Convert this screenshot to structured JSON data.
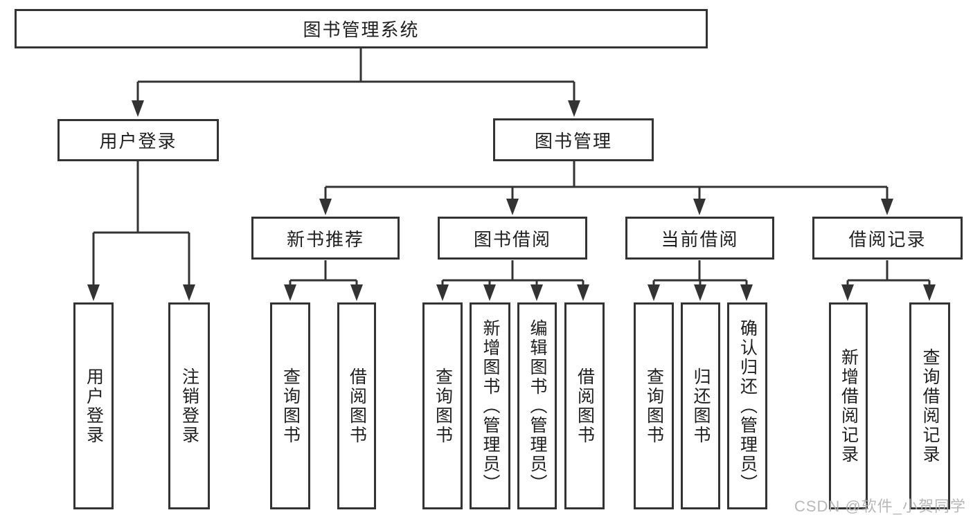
{
  "colors": {
    "line": "#333333",
    "background": "#ffffff",
    "watermark": "#b2b2b2"
  },
  "tree": {
    "label": "图书管理系统",
    "children": [
      {
        "label": "用户登录",
        "children": [
          {
            "label": "用户登录"
          },
          {
            "label": "注销登录"
          }
        ]
      },
      {
        "label": "图书管理",
        "children": [
          {
            "label": "新书推荐",
            "children": [
              {
                "label": "查询图书"
              },
              {
                "label": "借阅图书"
              }
            ]
          },
          {
            "label": "图书借阅",
            "children": [
              {
                "label": "查询图书"
              },
              {
                "label": "新增图书（管理员）"
              },
              {
                "label": "编辑图书（管理员）"
              },
              {
                "label": "借阅图书"
              }
            ]
          },
          {
            "label": "当前借阅",
            "children": [
              {
                "label": "查询图书"
              },
              {
                "label": "归还图书"
              },
              {
                "label": "确认归还（管理员）"
              }
            ]
          },
          {
            "label": "借阅记录",
            "children": [
              {
                "label": "新增借阅记录"
              },
              {
                "label": "查询借阅记录"
              }
            ]
          }
        ]
      }
    ]
  },
  "watermark": {
    "text": "CSDN @软件_小贺同学"
  }
}
